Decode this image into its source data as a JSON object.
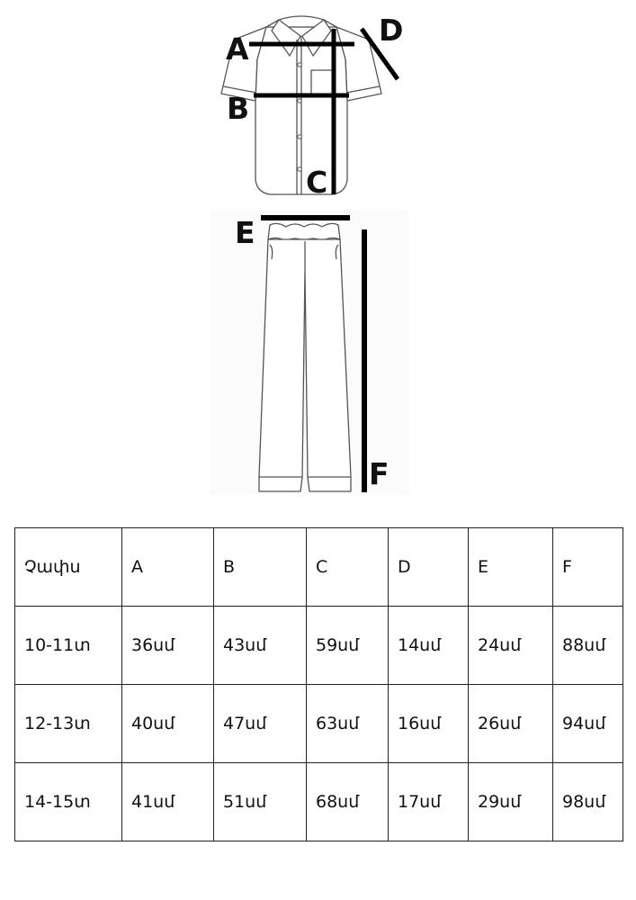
{
  "diagram": {
    "labels": {
      "A": "A",
      "B": "B",
      "C": "C",
      "D": "D",
      "E": "E",
      "F": "F"
    }
  },
  "table": {
    "header": [
      "Չափս",
      "A",
      "B",
      "C",
      "D",
      "E",
      "F"
    ],
    "rows": [
      [
        "10-11տ",
        "36սմ",
        "43սմ",
        "59սմ",
        "14սմ",
        "24սմ",
        "88սմ"
      ],
      [
        "12-13տ",
        "40սմ",
        "47սմ",
        "63սմ",
        "16սմ",
        "26սմ",
        "94սմ"
      ],
      [
        "14-15տ",
        "41սմ",
        "51սմ",
        "68սմ",
        "17սմ",
        "29սմ",
        "98սմ"
      ]
    ]
  }
}
